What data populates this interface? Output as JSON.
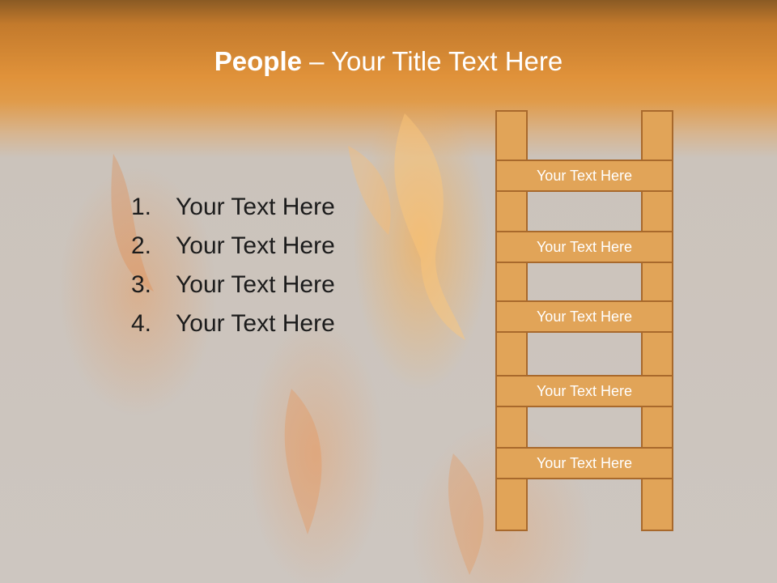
{
  "slide": {
    "title_bold": "People",
    "title_rest": " – Your Title Text Here",
    "list": [
      {
        "num": "1.",
        "text": "Your Text Here"
      },
      {
        "num": "2.",
        "text": "Your Text Here"
      },
      {
        "num": "3.",
        "text": "Your Text Here"
      },
      {
        "num": "4.",
        "text": "Your Text Here"
      }
    ],
    "ladder_steps": [
      "Your Text Here",
      "Your Text Here",
      "Your Text Here",
      "Your Text Here",
      "Your Text Here"
    ]
  },
  "colors": {
    "title_band": "#e0923a",
    "ladder_fill": "#e1a458",
    "ladder_border": "#a8692c",
    "text_dark": "#1c1c1c",
    "text_light": "#ffffff"
  },
  "icons": {
    "background": "fire-figure-illustration"
  }
}
